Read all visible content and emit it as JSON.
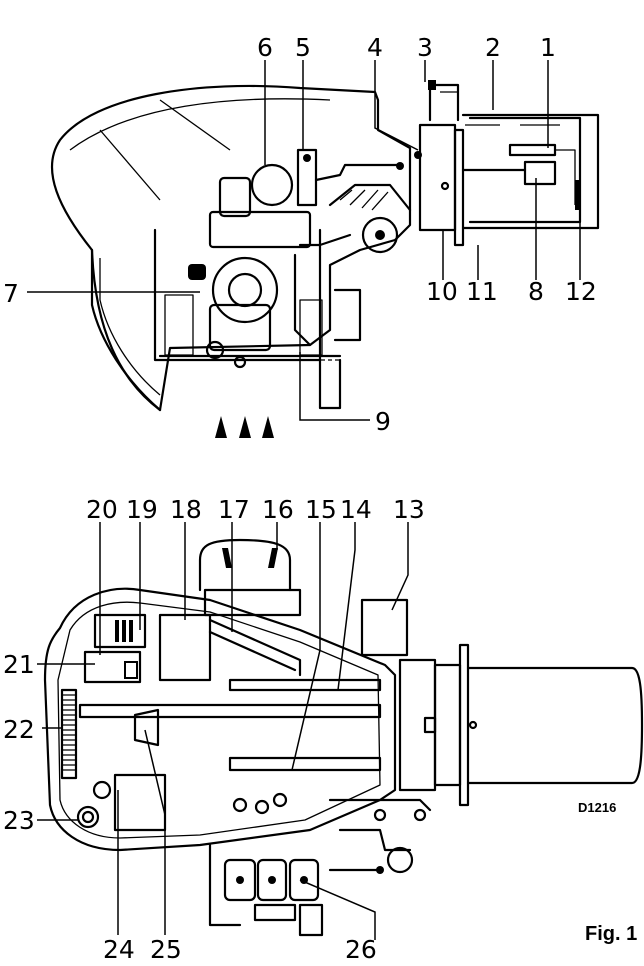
{
  "figure": {
    "caption": "Fig. 1",
    "drawing_code": "D1216"
  },
  "callouts": [
    "1",
    "2",
    "3",
    "4",
    "5",
    "6",
    "7",
    "8",
    "9",
    "10",
    "11",
    "12",
    "13",
    "14",
    "15",
    "16",
    "17",
    "18",
    "19",
    "20",
    "21",
    "22",
    "23",
    "24",
    "25",
    "26"
  ]
}
